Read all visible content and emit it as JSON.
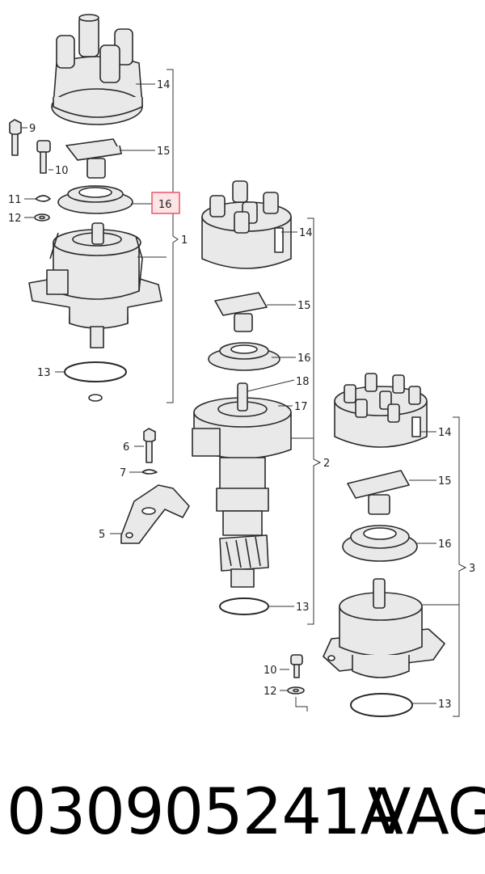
{
  "diagram": {
    "callouts": {
      "g1": {
        "c14": "14",
        "c15": "15",
        "c16": "16",
        "c9": "9",
        "c10": "10",
        "c11": "11",
        "c12": "12",
        "c13": "13",
        "group": "1"
      },
      "g2": {
        "c14": "14",
        "c15": "15",
        "c16": "16",
        "c18": "18",
        "c17": "17",
        "c6": "6",
        "c7": "7",
        "c5": "5",
        "c13": "13",
        "group": "2"
      },
      "g3": {
        "c14": "14",
        "c15": "15",
        "c16": "16",
        "c10": "10",
        "c12": "12",
        "c13": "13",
        "group": "3"
      }
    },
    "highlight": {
      "part": "16",
      "color": "#e8566a",
      "fill": "#fde4e6"
    }
  },
  "caption": {
    "part_number": "030905241A",
    "brand": "VAG"
  }
}
